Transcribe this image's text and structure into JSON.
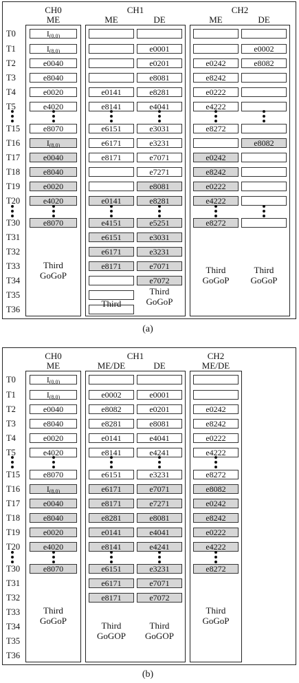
{
  "row_labels": [
    "T0",
    "T1",
    "T2",
    "T3",
    "T4",
    "T5",
    "T15",
    "T16",
    "T17",
    "T18",
    "T19",
    "T20",
    "T30",
    "T31",
    "T32",
    "T33",
    "T34",
    "T35",
    "T36"
  ],
  "captions": {
    "a": "(a)",
    "b": "(b)"
  },
  "panel_a": {
    "headers": {
      "ch0": "CH0",
      "ch0_me": "ME",
      "ch1": "CH1",
      "ch1_me": "ME",
      "ch1_de": "DE",
      "ch2": "CH2",
      "ch2_me": "ME",
      "ch2_de": "DE"
    },
    "ch0_me": [
      "I(0,0)",
      "I(8,0)",
      "e0040",
      "e8040",
      "e0020",
      "e4020",
      "e8070",
      "I(8,0)",
      "e0040",
      "e8040",
      "e0020",
      "e4020",
      "e8070"
    ],
    "ch1_me": [
      "",
      "",
      "",
      "",
      "e0141",
      "e8141",
      "e6151",
      "e6171",
      "e8171",
      "",
      "",
      "e0141",
      "e4151",
      "e6151",
      "e6171",
      "e8171",
      "",
      "",
      ""
    ],
    "ch1_de": [
      "",
      "e0001",
      "e0201",
      "e8081",
      "e8281",
      "e4041",
      "e3031",
      "e3231",
      "e7071",
      "e7271",
      "e8081",
      "e8281",
      "e5251",
      "e3031",
      "e3231",
      "e7071",
      "e7072"
    ],
    "ch2_me": [
      "",
      "",
      "e0242",
      "e8242",
      "e0222",
      "e4222",
      "e8272",
      "",
      "e0242",
      "e8242",
      "e0222",
      "e4222",
      "e8272"
    ],
    "ch2_de": [
      "",
      "e0002",
      "e8082",
      "",
      "",
      "",
      "",
      "e8082",
      "",
      "",
      "",
      "",
      ""
    ],
    "texts": {
      "ch0_third": "Third\nGoGoP",
      "ch1_me_third": "Third",
      "ch1_de_third": "Third\nGoGoP",
      "ch2_me_third": "Third\nGoGoP",
      "ch2_de_third": "Third\nGoGoP"
    }
  },
  "panel_b": {
    "headers": {
      "ch0": "CH0",
      "ch0_me": "ME",
      "ch1": "CH1",
      "ch1_me": "ME/DE",
      "ch1_de": "DE",
      "ch2": "CH2",
      "ch2_me": "ME/DE"
    },
    "ch0_me": [
      "I(0,0)",
      "I(8,0)",
      "e0040",
      "e8040",
      "e0020",
      "e4020",
      "e8070",
      "I(8,0)",
      "e0040",
      "e8040",
      "e0020",
      "e4020",
      "e8070"
    ],
    "ch1_me": [
      "",
      "e0002",
      "e8082",
      "e8281",
      "e0141",
      "e8141",
      "e6151",
      "e6171",
      "e8171",
      "e8281",
      "e0141",
      "e8141",
      "e6151",
      "e6171",
      "e8171"
    ],
    "ch1_de": [
      "",
      "e0001",
      "e0201",
      "e8081",
      "e4041",
      "e4241",
      "e3231",
      "e7071",
      "e7271",
      "e8081",
      "e4041",
      "e4241",
      "e3231",
      "e7071",
      "e7072"
    ],
    "ch2_me": [
      "",
      "",
      "e0242",
      "e8242",
      "e0222",
      "e4222",
      "e8272",
      "e8082",
      "e0242",
      "e8242",
      "e0222",
      "e4222",
      "e8272"
    ],
    "texts": {
      "ch0_third": "Third\nGoGoP",
      "ch1_me_third": "Third\nGoGOP",
      "ch1_de_third": "Third\nGoGOP",
      "ch2_me_third": "Third\nGoGoP"
    }
  }
}
